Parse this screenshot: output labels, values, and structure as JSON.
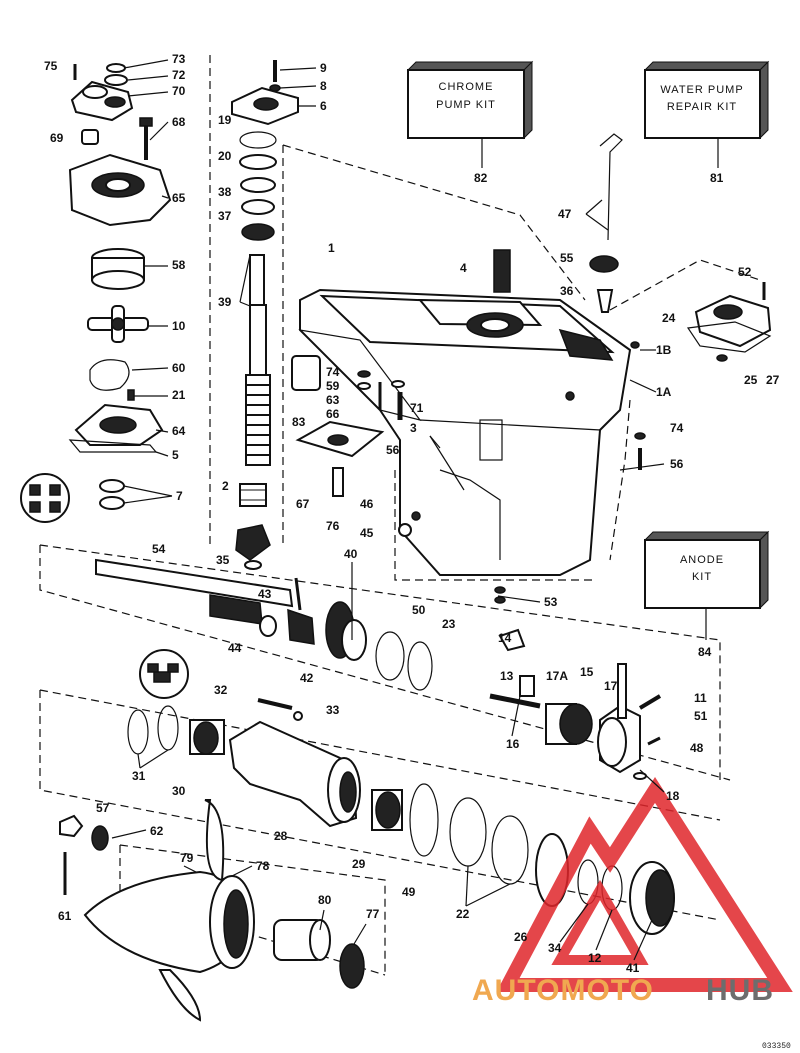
{
  "kits": {
    "chrome_pump_kit": {
      "line1": "CHROME",
      "line2": "PUMP KIT",
      "ref": "82"
    },
    "water_pump_repair_kit": {
      "line1": "WATER PUMP",
      "line2": "REPAIR KIT",
      "ref": "81"
    },
    "anode_kit": {
      "line1": "ANODE",
      "line2": "KIT",
      "ref": "84"
    }
  },
  "labels": [
    {
      "id": "75",
      "text": "75"
    },
    {
      "id": "73",
      "text": "73"
    },
    {
      "id": "72",
      "text": "72"
    },
    {
      "id": "70",
      "text": "70"
    },
    {
      "id": "69",
      "text": "69"
    },
    {
      "id": "68",
      "text": "68"
    },
    {
      "id": "65",
      "text": "65"
    },
    {
      "id": "58",
      "text": "58"
    },
    {
      "id": "10",
      "text": "10"
    },
    {
      "id": "60",
      "text": "60"
    },
    {
      "id": "21",
      "text": "21"
    },
    {
      "id": "64",
      "text": "64"
    },
    {
      "id": "5",
      "text": "5"
    },
    {
      "id": "7",
      "text": "7"
    },
    {
      "id": "9",
      "text": "9"
    },
    {
      "id": "8",
      "text": "8"
    },
    {
      "id": "6",
      "text": "6"
    },
    {
      "id": "19",
      "text": "19"
    },
    {
      "id": "20",
      "text": "20"
    },
    {
      "id": "38",
      "text": "38"
    },
    {
      "id": "37",
      "text": "37"
    },
    {
      "id": "39",
      "text": "39"
    },
    {
      "id": "2",
      "text": "2"
    },
    {
      "id": "1",
      "text": "1"
    },
    {
      "id": "4",
      "text": "4"
    },
    {
      "id": "47",
      "text": "47"
    },
    {
      "id": "55",
      "text": "55"
    },
    {
      "id": "36",
      "text": "36"
    },
    {
      "id": "52",
      "text": "52"
    },
    {
      "id": "24",
      "text": "24"
    },
    {
      "id": "1B",
      "text": "1B"
    },
    {
      "id": "1A",
      "text": "1A"
    },
    {
      "id": "25",
      "text": "25"
    },
    {
      "id": "27",
      "text": "27"
    },
    {
      "id": "74a",
      "text": "74"
    },
    {
      "id": "59",
      "text": "59"
    },
    {
      "id": "63",
      "text": "63"
    },
    {
      "id": "66",
      "text": "66"
    },
    {
      "id": "71",
      "text": "71"
    },
    {
      "id": "83",
      "text": "83"
    },
    {
      "id": "3",
      "text": "3"
    },
    {
      "id": "56a",
      "text": "56"
    },
    {
      "id": "74b",
      "text": "74"
    },
    {
      "id": "56b",
      "text": "56"
    },
    {
      "id": "67",
      "text": "67"
    },
    {
      "id": "76",
      "text": "76"
    },
    {
      "id": "46",
      "text": "46"
    },
    {
      "id": "45",
      "text": "45"
    },
    {
      "id": "53",
      "text": "53"
    },
    {
      "id": "54",
      "text": "54"
    },
    {
      "id": "35",
      "text": "35"
    },
    {
      "id": "40",
      "text": "40"
    },
    {
      "id": "43",
      "text": "43"
    },
    {
      "id": "44",
      "text": "44"
    },
    {
      "id": "42",
      "text": "42"
    },
    {
      "id": "50",
      "text": "50"
    },
    {
      "id": "23",
      "text": "23"
    },
    {
      "id": "14",
      "text": "14"
    },
    {
      "id": "15",
      "text": "15"
    },
    {
      "id": "13",
      "text": "13"
    },
    {
      "id": "17A",
      "text": "17A"
    },
    {
      "id": "17",
      "text": "17"
    },
    {
      "id": "11",
      "text": "11"
    },
    {
      "id": "51",
      "text": "51"
    },
    {
      "id": "48",
      "text": "48"
    },
    {
      "id": "16",
      "text": "16"
    },
    {
      "id": "18",
      "text": "18"
    },
    {
      "id": "32",
      "text": "32"
    },
    {
      "id": "33",
      "text": "33"
    },
    {
      "id": "31",
      "text": "31"
    },
    {
      "id": "30",
      "text": "30"
    },
    {
      "id": "28",
      "text": "28"
    },
    {
      "id": "29",
      "text": "29"
    },
    {
      "id": "49",
      "text": "49"
    },
    {
      "id": "22",
      "text": "22"
    },
    {
      "id": "26",
      "text": "26"
    },
    {
      "id": "34",
      "text": "34"
    },
    {
      "id": "12",
      "text": "12"
    },
    {
      "id": "41",
      "text": "41"
    },
    {
      "id": "57",
      "text": "57"
    },
    {
      "id": "62",
      "text": "62"
    },
    {
      "id": "61",
      "text": "61"
    },
    {
      "id": "79",
      "text": "79"
    },
    {
      "id": "78",
      "text": "78"
    },
    {
      "id": "80",
      "text": "80"
    },
    {
      "id": "77",
      "text": "77"
    }
  ],
  "watermark": {
    "auto": "AUTOMOTO",
    "hub": "HUB"
  },
  "corner_code": "033350",
  "colors": {
    "ink": "#111111",
    "watermark_red": "#e0262b",
    "watermark_orange": "#f0a850",
    "watermark_gray": "#6d6d6d"
  }
}
